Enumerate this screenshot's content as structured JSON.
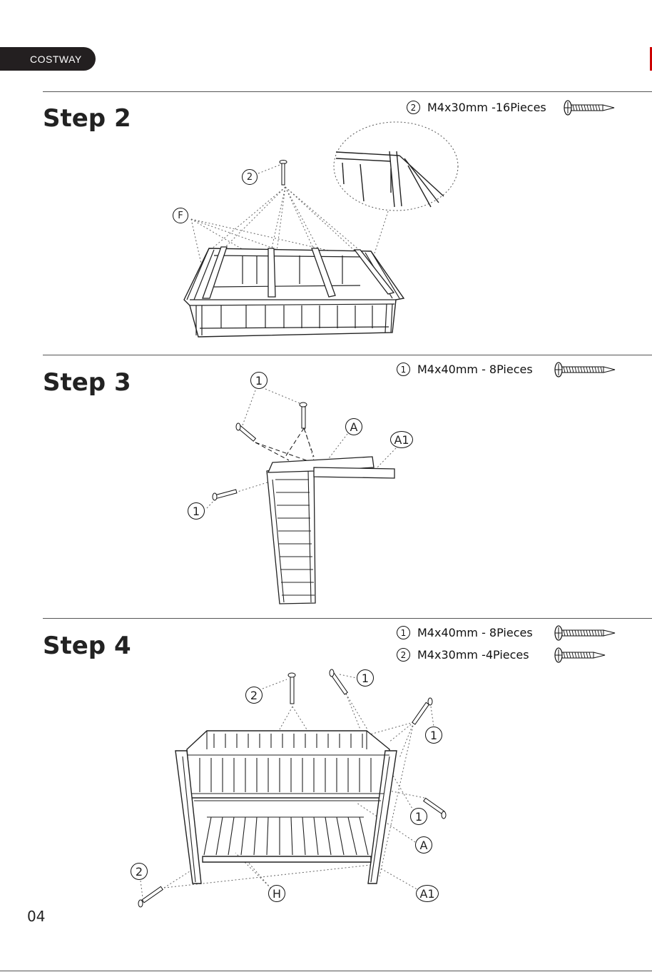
{
  "header": {
    "brand": "COSTWAY"
  },
  "steps": [
    {
      "title": "Step 2",
      "parts": [
        {
          "num": "2",
          "spec": "M4x30mm -16Pieces",
          "icon": "screw-short-icon"
        }
      ],
      "callouts": [
        "2",
        "F"
      ]
    },
    {
      "title": "Step 3",
      "parts": [
        {
          "num": "1",
          "spec": "M4x40mm - 8Pieces",
          "icon": "screw-long-icon"
        }
      ],
      "callouts": [
        "1",
        "A",
        "A1",
        "1"
      ]
    },
    {
      "title": "Step 4",
      "parts": [
        {
          "num": "1",
          "spec": "M4x40mm - 8Pieces",
          "icon": "screw-long-icon"
        },
        {
          "num": "2",
          "spec": "M4x30mm -4Pieces",
          "icon": "screw-short-icon"
        }
      ],
      "callouts": [
        "2",
        "1",
        "1",
        "1",
        "A",
        "2",
        "H",
        "A1"
      ]
    }
  ],
  "footer": {
    "page_number": "04"
  }
}
